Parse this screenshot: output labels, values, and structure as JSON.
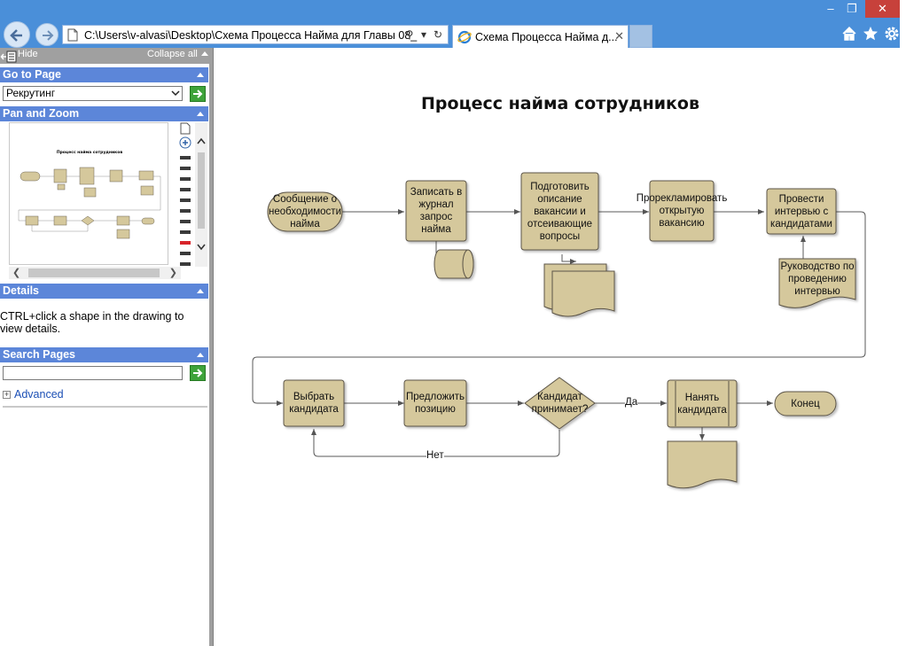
{
  "browser": {
    "address": "C:\\Users\\v-alvasi\\Desktop\\Схема Процесса Найма для Главы 08_",
    "tab_title": "Схема Процесса Найма д..."
  },
  "left_pane": {
    "hide_label": "Hide",
    "collapse_all_label": "Collapse all",
    "go_to_page": {
      "header": "Go to Page",
      "selected_page": "Рекрутинг"
    },
    "pan_zoom": {
      "header": "Pan and Zoom",
      "thumbnail_title": "Процесс найма сотрудников"
    },
    "details": {
      "header": "Details",
      "text": "CTRL+click a shape in the drawing to view details."
    },
    "search": {
      "header": "Search Pages",
      "value": "",
      "advanced_label": "Advanced"
    }
  },
  "diagram": {
    "title": "Процесс найма сотрудников",
    "nodes": [
      {
        "id": "n1",
        "text": "Сообщение о необходимости найма"
      },
      {
        "id": "n2",
        "text": "Записать в журнал запрос найма"
      },
      {
        "id": "n3",
        "text": "Подготовить описание вакансии и отсеивающие вопросы"
      },
      {
        "id": "n4",
        "text": "Прорекламировать открытую вакансию"
      },
      {
        "id": "n5",
        "text": "Провести интервью с кандидатами"
      },
      {
        "id": "n6",
        "text": "Руководство по проведению интервью"
      },
      {
        "id": "n7",
        "text": "Выбрать кандидата"
      },
      {
        "id": "n8",
        "text": "Предложить позицию"
      },
      {
        "id": "n9",
        "text": "Кандидат принимает?"
      },
      {
        "id": "n10",
        "text": "Нанять кандидата"
      },
      {
        "id": "n11",
        "text": "Конец"
      }
    ],
    "edge_labels": {
      "yes": "Да",
      "no": "Нет"
    },
    "colors": {
      "shape_fill": "#d5c89c",
      "shape_stroke": "#5a5346",
      "connector": "#5a5a5a"
    }
  }
}
